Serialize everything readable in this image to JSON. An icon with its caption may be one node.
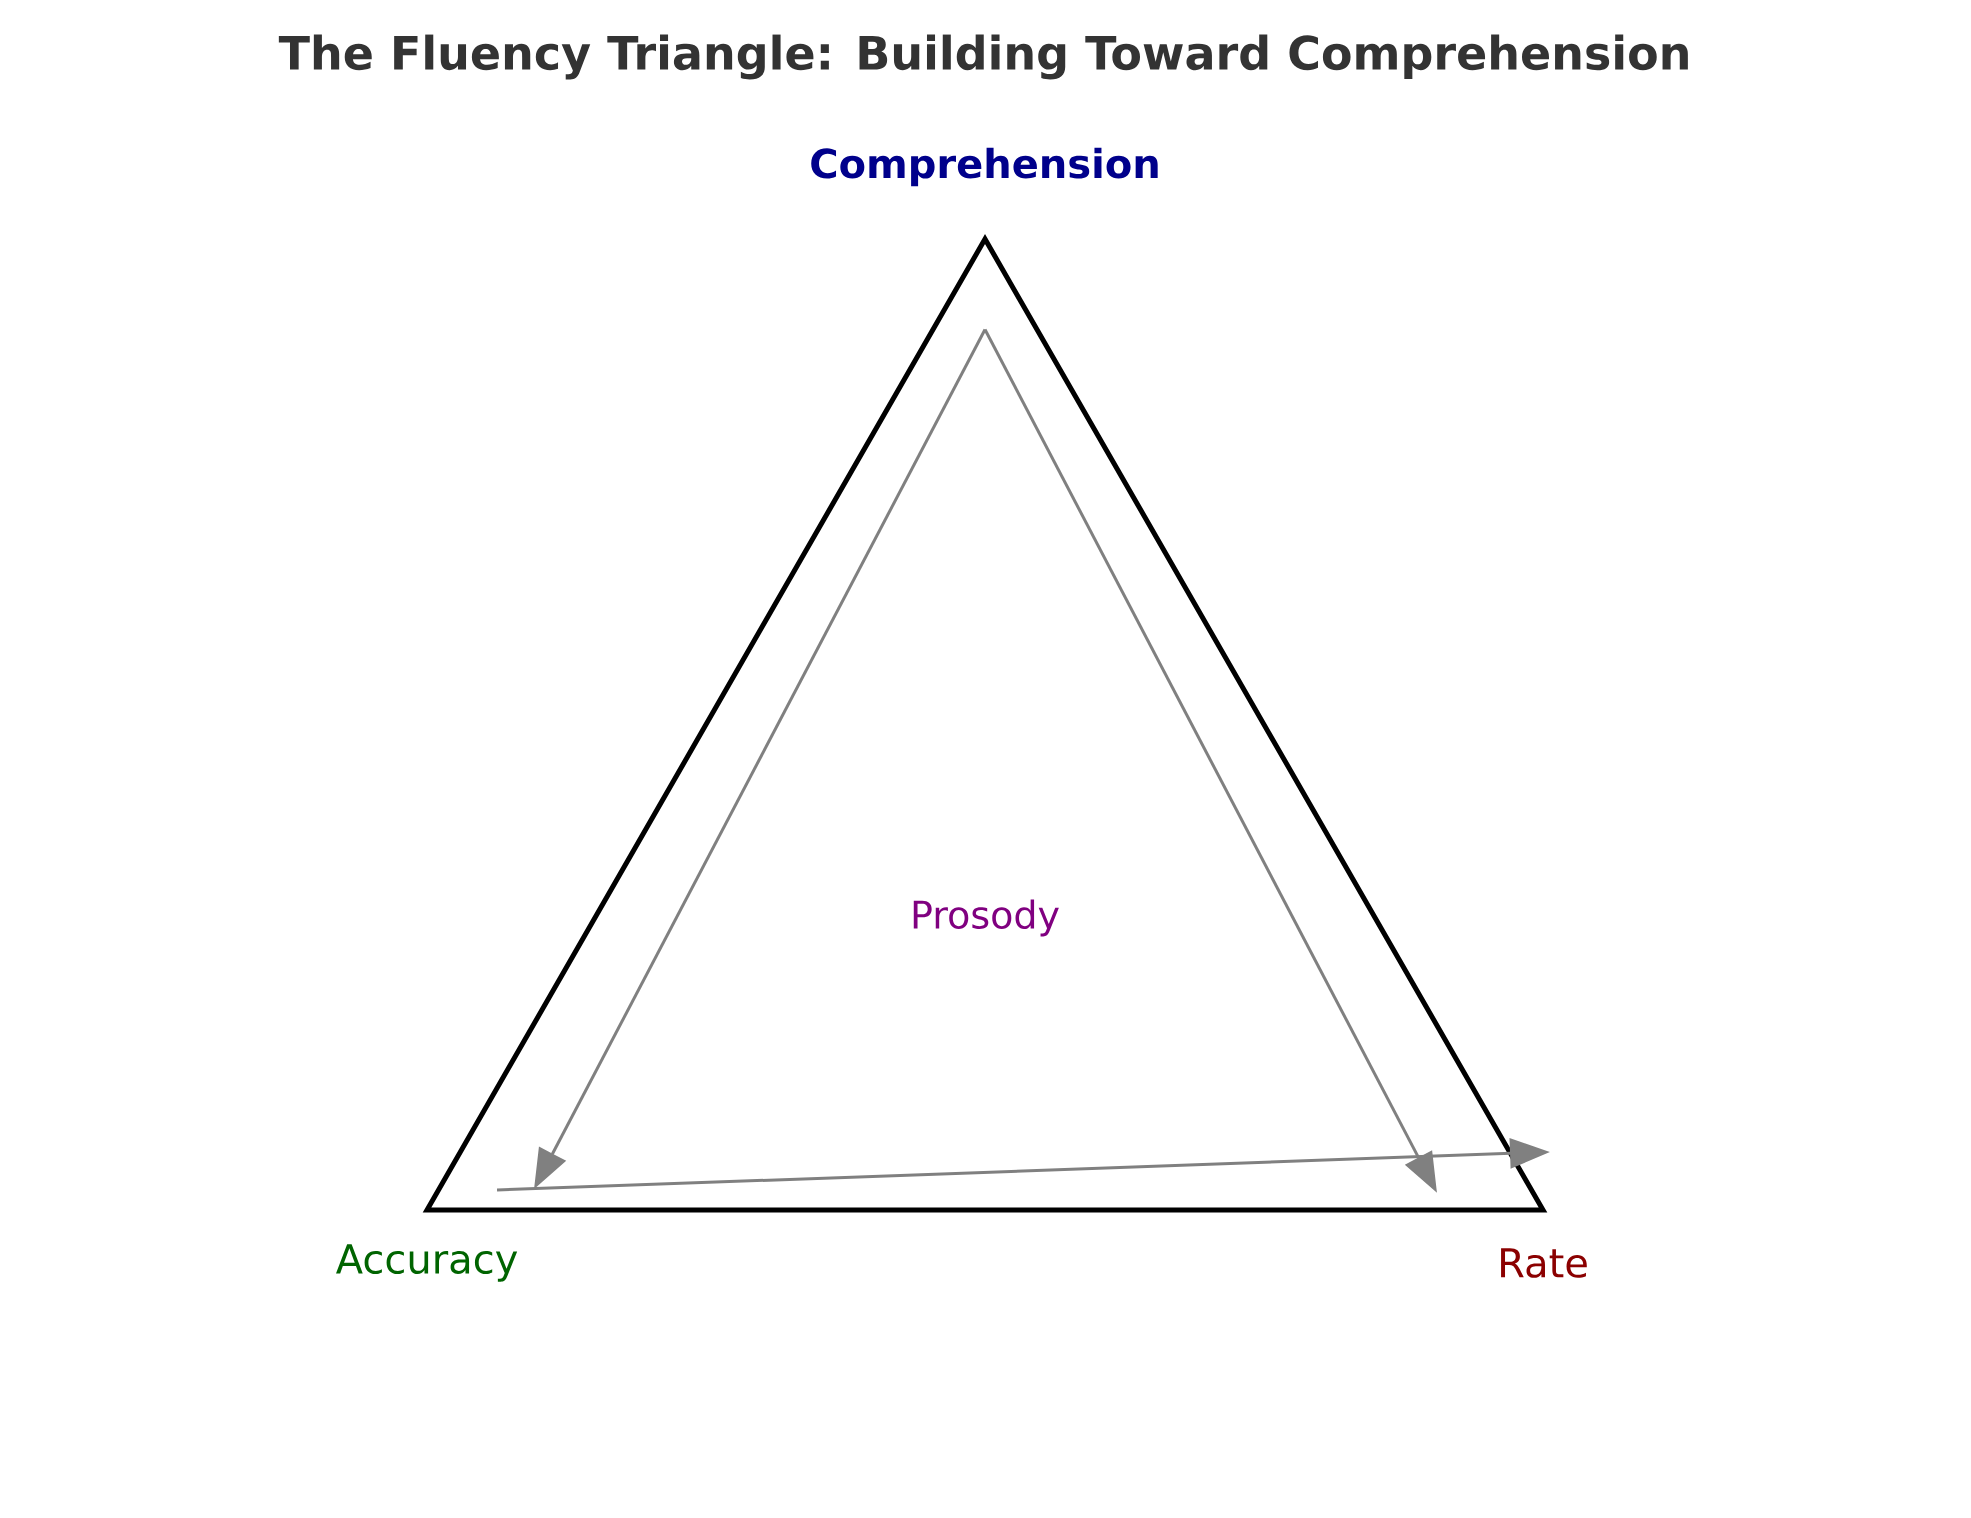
{
  "diagram": {
    "title": "The Fluency Triangle: Building Toward Comprehension",
    "nodes": [
      {
        "text": [
          "Comprehension"
        ]
      },
      {
        "text": [
          "Accuracy"
        ]
      },
      {
        "text": [
          "Rate"
        ]
      }
    ],
    "edges": [
      {
        "from": 0,
        "to": 1,
        "arrow": "to"
      },
      {
        "from": 0,
        "to": 2,
        "arrow": "to"
      },
      {
        "from": 1,
        "to": 2,
        "arrow": "to"
      }
    ],
    "labels": [
      "Prosody"
    ]
  }
}
